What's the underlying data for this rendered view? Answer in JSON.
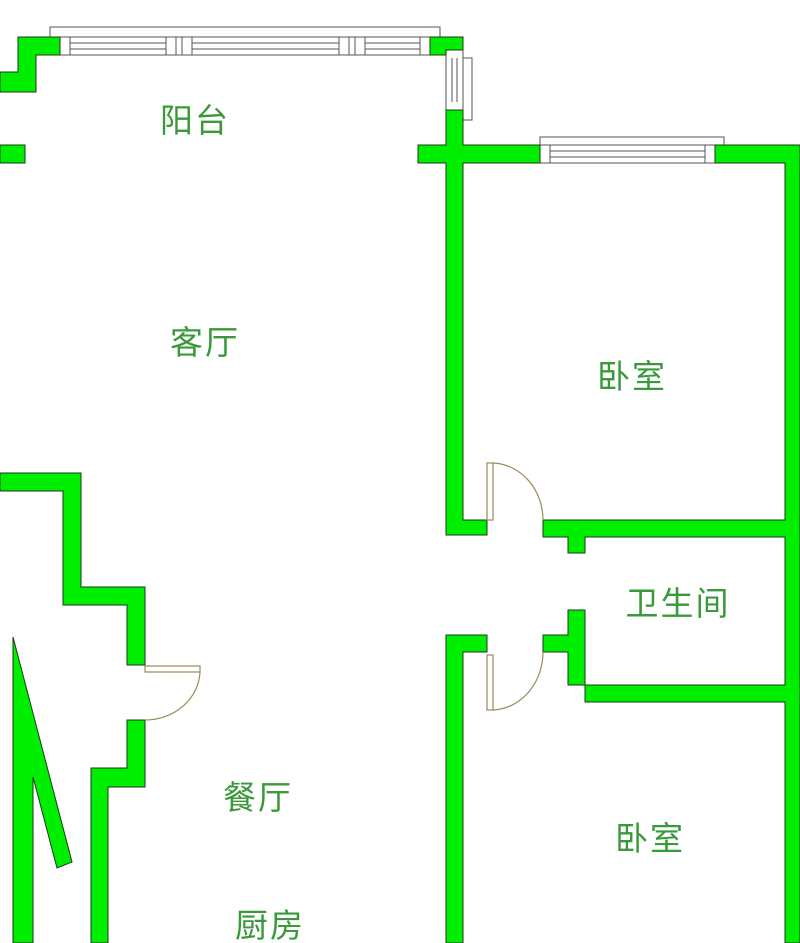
{
  "plan": {
    "wall_color": "#00ee00",
    "label_color": "#3a9a3a",
    "rooms": {
      "balcony": "阳台",
      "living_room": "客厅",
      "bedroom_upper": "卧室",
      "bathroom": "卫生间",
      "dining_room": "餐厅",
      "bedroom_lower": "卧室",
      "kitchen": "厨房"
    }
  }
}
